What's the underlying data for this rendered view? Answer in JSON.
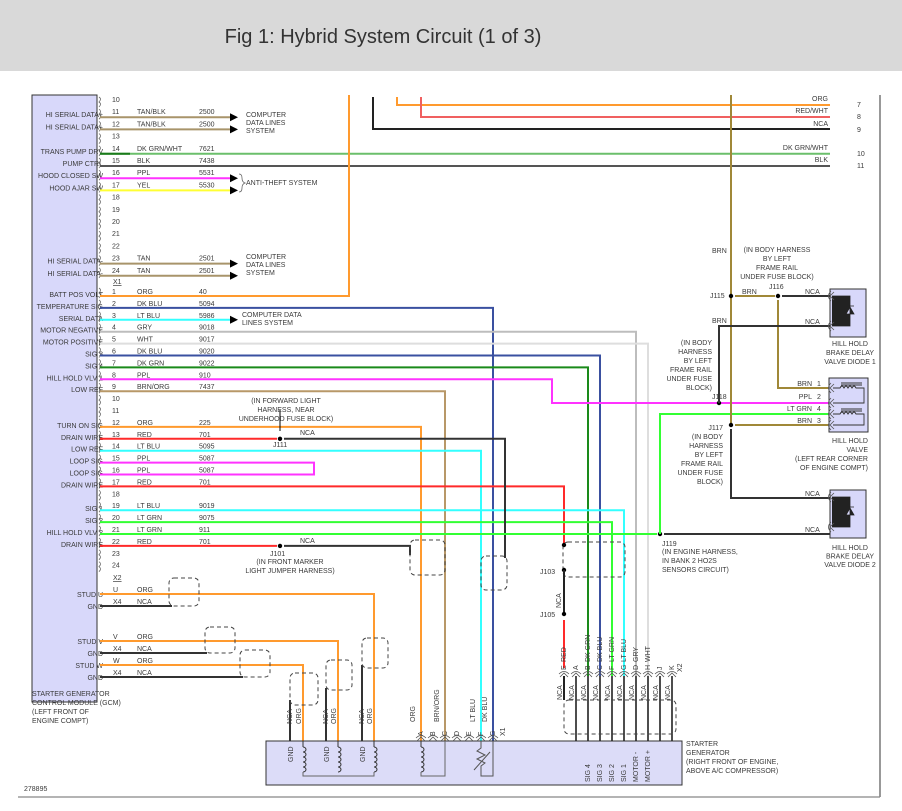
{
  "title": "Fig 1: Hybrid System Circuit (1 of 3)",
  "figure_number": "278895",
  "wire_colors": {
    "ORG": "#ff9a2e",
    "TAN/BLK": "#a8946a",
    "TAN": "#a8946a",
    "DK GRN/WHT": "#6bbf6b",
    "BLK": "#555555",
    "PPL": "#ff33ff",
    "YEL": "#ffff33",
    "DK BLU": "#3a50a0",
    "LT BLU": "#33ffff",
    "GRY": "#bdbdbd",
    "WHT": "#dedede",
    "DK GRN": "#1a8a1a",
    "BRN/ORG": "#b89868",
    "RED": "#ff2a2a",
    "LT GRN": "#33ff33",
    "NCA": "#333333",
    "BRN": "#a08838",
    "RED/WHT": "#f06060"
  },
  "gcm": {
    "name_lines": [
      "STARTER GENERATOR",
      "CONTROL MODULE (GCM)",
      "(LEFT FRONT OF",
      "ENGINE COMPT)"
    ],
    "connector_upper": "X1",
    "connector_lower": "X2",
    "upper": [
      {
        "pin": "10",
        "label": "",
        "color": "",
        "circuit": ""
      },
      {
        "pin": "11",
        "label": "HI SERIAL DATA+",
        "color": "TAN/BLK",
        "circuit": "2500"
      },
      {
        "pin": "12",
        "label": "HI SERIAL DATA+",
        "color": "TAN/BLK",
        "circuit": "2500"
      },
      {
        "pin": "13",
        "label": "",
        "color": "",
        "circuit": ""
      },
      {
        "pin": "14",
        "label": "TRANS PUMP DRV",
        "color": "DK GRN/WHT",
        "circuit": "7621"
      },
      {
        "pin": "15",
        "label": "PUMP CTRL",
        "color": "BLK",
        "circuit": "7438"
      },
      {
        "pin": "16",
        "label": "HOOD CLOSED SW",
        "color": "PPL",
        "circuit": "5531"
      },
      {
        "pin": "17",
        "label": "HOOD AJAR SW",
        "color": "YEL",
        "circuit": "5530"
      },
      {
        "pin": "18",
        "label": "",
        "color": "",
        "circuit": ""
      },
      {
        "pin": "19",
        "label": "",
        "color": "",
        "circuit": ""
      },
      {
        "pin": "20",
        "label": "",
        "color": "",
        "circuit": ""
      },
      {
        "pin": "21",
        "label": "",
        "color": "",
        "circuit": ""
      },
      {
        "pin": "22",
        "label": "",
        "color": "",
        "circuit": ""
      },
      {
        "pin": "23",
        "label": "HI SERIAL DATA-",
        "color": "TAN",
        "circuit": "2501"
      },
      {
        "pin": "24",
        "label": "HI SERIAL DATA-",
        "color": "TAN",
        "circuit": "2501"
      }
    ],
    "lower": [
      {
        "pin": "1",
        "label": "BATT POS VOLT",
        "color": "ORG",
        "circuit": "40"
      },
      {
        "pin": "2",
        "label": "TEMPERATURE SIG",
        "color": "DK BLU",
        "circuit": "5094"
      },
      {
        "pin": "3",
        "label": "SERIAL DATA",
        "color": "LT BLU",
        "circuit": "5986"
      },
      {
        "pin": "4",
        "label": "MOTOR NEGATIVE",
        "color": "GRY",
        "circuit": "9018"
      },
      {
        "pin": "5",
        "label": "MOTOR POSITIVE",
        "color": "WHT",
        "circuit": "9017"
      },
      {
        "pin": "6",
        "label": "SIG 3",
        "color": "DK BLU",
        "circuit": "9020"
      },
      {
        "pin": "7",
        "label": "SIG 4",
        "color": "DK GRN",
        "circuit": "9022"
      },
      {
        "pin": "8",
        "label": "HILL HOLD VLV 1",
        "color": "PPL",
        "circuit": "910"
      },
      {
        "pin": "9",
        "label": "LOW REF",
        "color": "BRN/ORG",
        "circuit": "7437"
      },
      {
        "pin": "10",
        "label": "",
        "color": "",
        "circuit": ""
      },
      {
        "pin": "11",
        "label": "",
        "color": "",
        "circuit": ""
      },
      {
        "pin": "12",
        "label": "TURN ON SIG",
        "color": "ORG",
        "circuit": "225"
      },
      {
        "pin": "13",
        "label": "DRAIN WIRE",
        "color": "RED",
        "circuit": "701"
      },
      {
        "pin": "14",
        "label": "LOW REF",
        "color": "LT BLU",
        "circuit": "5095"
      },
      {
        "pin": "15",
        "label": "LOOP SIG",
        "color": "PPL",
        "circuit": "5087"
      },
      {
        "pin": "16",
        "label": "LOOP SIG",
        "color": "PPL",
        "circuit": "5087"
      },
      {
        "pin": "17",
        "label": "DRAIN WIRE",
        "color": "RED",
        "circuit": "701"
      },
      {
        "pin": "18",
        "label": "",
        "color": "",
        "circuit": ""
      },
      {
        "pin": "19",
        "label": "SIG 1",
        "color": "LT BLU",
        "circuit": "9019"
      },
      {
        "pin": "20",
        "label": "SIG 2",
        "color": "LT GRN",
        "circuit": "9075"
      },
      {
        "pin": "21",
        "label": "HILL HOLD VLV 2",
        "color": "LT GRN",
        "circuit": "911"
      },
      {
        "pin": "22",
        "label": "DRAIN WIRE",
        "color": "RED",
        "circuit": "701"
      },
      {
        "pin": "23",
        "label": "",
        "color": "",
        "circuit": ""
      },
      {
        "pin": "24",
        "label": "",
        "color": "",
        "circuit": ""
      }
    ],
    "studs": [
      {
        "pin": "U",
        "label": "STUD U",
        "color": "ORG"
      },
      {
        "pin": "X4",
        "label": "GND",
        "color": "NCA"
      },
      {
        "pin": "V",
        "label": "STUD V",
        "color": "ORG"
      },
      {
        "pin": "X4",
        "label": "GND",
        "color": "NCA"
      },
      {
        "pin": "W",
        "label": "STUD W",
        "color": "ORG"
      },
      {
        "pin": "X4",
        "label": "GND",
        "color": "NCA"
      }
    ]
  },
  "destinations": {
    "computer_data_a": [
      "COMPUTER",
      "DATA LINES",
      "SYSTEM"
    ],
    "anti_theft": "ANTI-THEFT SYSTEM",
    "computer_data_b": [
      "COMPUTER",
      "DATA LINES",
      "SYSTEM"
    ],
    "computer_data_c": [
      "COMPUTER DATA",
      "LINES SYSTEM"
    ]
  },
  "right_wires": [
    {
      "color": "ORG",
      "pin": "7"
    },
    {
      "color": "RED/WHT",
      "pin": "8"
    },
    {
      "color": "NCA",
      "pin": "9"
    },
    {
      "color": "DK GRN/WHT",
      "pin": "10"
    },
    {
      "color": "BLK",
      "pin": "11"
    }
  ],
  "splices": {
    "j111": {
      "id": "J111",
      "nca": "NCA",
      "note": [
        "(IN FORWARD LIGHT",
        "HARNESS, NEAR",
        "UNDERHOOD FUSE BLOCK)"
      ]
    },
    "j101": {
      "id": "J101",
      "nca": "NCA",
      "note": [
        "(IN FRONT MARKER",
        "LIGHT JUMPER HARNESS)"
      ]
    },
    "j103": {
      "id": "J103"
    },
    "j105": {
      "id": "J105",
      "nca": "NCA"
    },
    "j115": {
      "id": "J115",
      "brn_up": "BRN",
      "brn": "BRN",
      "note": [
        "(IN BODY HARNESS",
        "BY LEFT",
        "FRAME RAIL",
        "UNDER FUSE BLOCK)"
      ]
    },
    "j116": {
      "id": "J116",
      "nca": "NCA"
    },
    "j118": {
      "id": "J118",
      "brn": "BRN",
      "nca": "NCA",
      "note": [
        "(IN BODY",
        "HARNESS",
        "BY LEFT",
        "FRAME RAIL",
        "UNDER FUSE",
        "BLOCK)"
      ]
    },
    "j117": {
      "id": "J117",
      "nca": "NCA",
      "note": [
        "(IN BODY",
        "HARNESS",
        "BY LEFT",
        "FRAME RAIL",
        "UNDER FUSE",
        "BLOCK)"
      ]
    },
    "j119": {
      "id": "J119",
      "nca": "NCA",
      "note": [
        "(IN ENGINE HARNESS,",
        "IN BANK 2 HO2S",
        "SENSORS CIRCUIT)"
      ]
    }
  },
  "components": {
    "diode1": [
      "HILL HOLD",
      "BRAKE DELAY",
      "VALVE DIODE 1"
    ],
    "valve": [
      "HILL HOLD",
      "VALVE",
      "(LEFT REAR CORNER",
      "OF ENGINE COMPT)"
    ],
    "valve_pins": [
      {
        "color": "BRN",
        "pin": "1"
      },
      {
        "color": "PPL",
        "pin": "2"
      },
      {
        "color": "LT GRN",
        "pin": "4"
      },
      {
        "color": "BRN",
        "pin": "3"
      }
    ],
    "diode2": [
      "HILL HOLD",
      "BRAKE DELAY",
      "VALVE DIODE 2"
    ],
    "starter_generator": [
      "STARTER",
      "GENERATOR",
      "(RIGHT FRONT OF ENGINE,",
      "ABOVE A/C COMPRESSOR)"
    ]
  },
  "starter_x2": {
    "connector": "X2",
    "pins": [
      {
        "pin": "E",
        "color": "RED",
        "below": "NCA",
        "signal": ""
      },
      {
        "pin": "A",
        "color": "",
        "below": "NCA",
        "signal": ""
      },
      {
        "pin": "B",
        "color": "DK GRN",
        "below": "NCA",
        "signal": "SIG 4"
      },
      {
        "pin": "C",
        "color": "DK BLU",
        "below": "NCA",
        "signal": "SIG 3"
      },
      {
        "pin": "F",
        "color": "LT GRN",
        "below": "NCA",
        "signal": "SIG 2"
      },
      {
        "pin": "G",
        "color": "LT BLU",
        "below": "NCA",
        "signal": "SIG 1"
      },
      {
        "pin": "D",
        "color": "GRY",
        "below": "NCA",
        "signal": "MOTOR -"
      },
      {
        "pin": "H",
        "color": "WHT",
        "below": "NCA",
        "signal": "MOTOR +"
      },
      {
        "pin": "J",
        "color": "",
        "below": "NCA",
        "signal": ""
      },
      {
        "pin": "K",
        "color": "",
        "below": "NCA",
        "signal": ""
      }
    ]
  },
  "starter_x1": {
    "connector": "X1",
    "pins": [
      "A",
      "B",
      "C",
      "D",
      "E",
      "F",
      "G"
    ],
    "wire_labels": [
      "ORG",
      "BRN/ORG",
      "LT BLU",
      "DK BLU"
    ]
  },
  "stator": {
    "wires": [
      {
        "gnd": "NCA",
        "phase": "ORG",
        "term": "GND"
      },
      {
        "gnd": "NCA",
        "phase": "ORG",
        "term": "GND"
      },
      {
        "gnd": "NCA",
        "phase": "ORG",
        "term": "GND"
      }
    ]
  }
}
